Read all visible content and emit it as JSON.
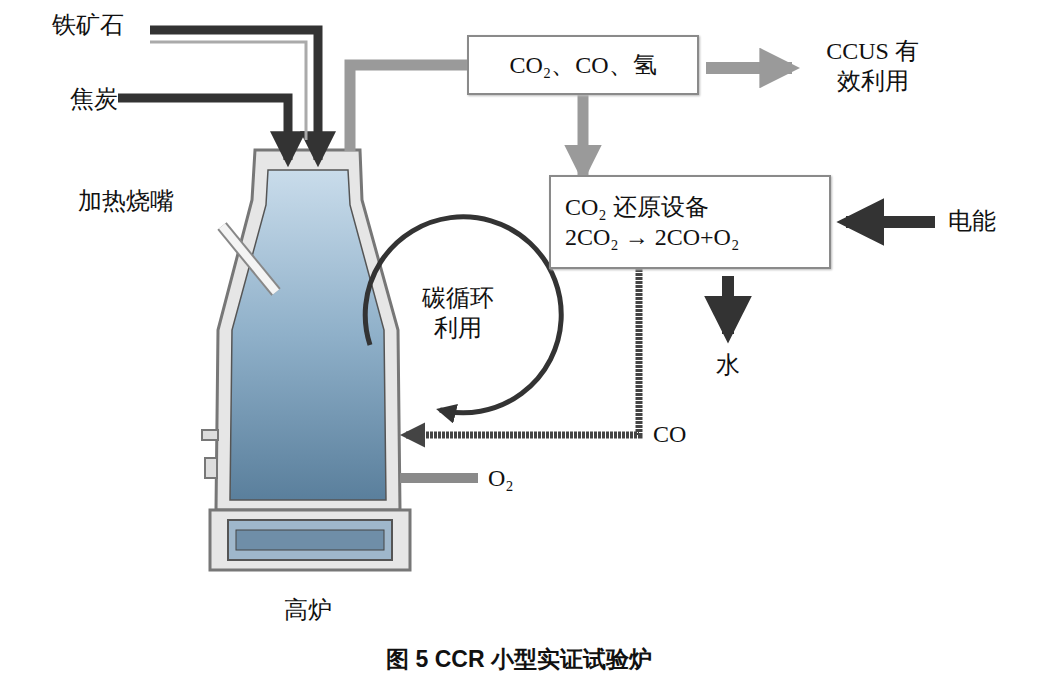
{
  "diagram": {
    "caption": "图 5 CCR 小型实证试验炉",
    "nodes": [
      {
        "text": [
          "高炉"
        ]
      },
      {
        "text": [
          "CO₂、CO、氢"
        ]
      },
      {
        "text": [
          "CO₂ 还原设备",
          "2CO₂ → 2CO+O₂"
        ]
      }
    ],
    "edges": [
      {
        "from": 0,
        "to": 1,
        "arrow": "none"
      },
      {
        "from": 1,
        "to": 2,
        "arrow": "to"
      },
      {
        "from": 2,
        "to": 0,
        "label": "CO",
        "arrow": "to"
      }
    ],
    "labels": [
      "铁矿石",
      "焦炭",
      "加热烧嘴",
      "CCUS 有效利用",
      "电能",
      "碳循环 利用",
      "水",
      "O₂"
    ]
  }
}
